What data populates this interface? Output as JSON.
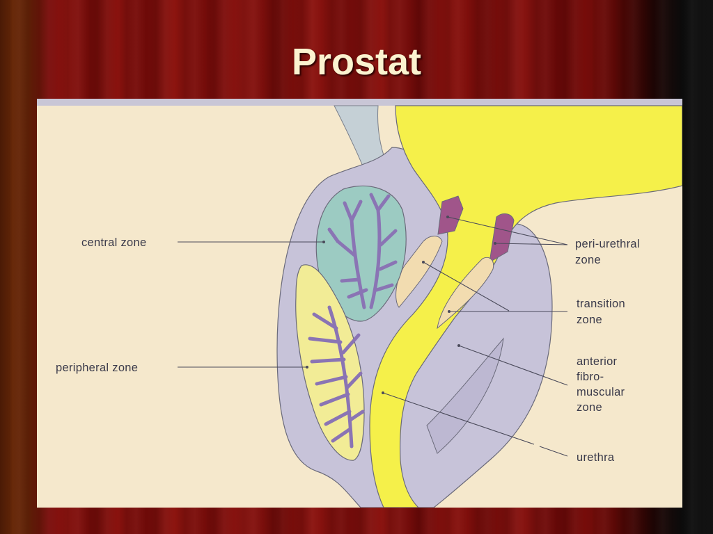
{
  "slide": {
    "title": "Prostat"
  },
  "diagram": {
    "labels": {
      "central_zone": "central zone",
      "peripheral_zone": "peripheral zone",
      "peri_urethral_line1": "peri-urethral",
      "peri_urethral_line2": "zone",
      "transition_line1": "transition",
      "transition_line2": "zone",
      "anterior_line1": "anterior",
      "anterior_line2": "fibro-",
      "anterior_line3": "muscular",
      "anterior_line4": "zone",
      "urethra": "urethra"
    },
    "colors": {
      "background": "#f5e8cc",
      "lavender_tissue": "#c7c3d9",
      "central_zone": "#9ccbc2",
      "peripheral_zone": "#f2ec96",
      "ducts": "#8a74b4",
      "urethra_yellow": "#f5f04a",
      "peri_urethral": "#a0558a",
      "transition_zone": "#f2dcb0",
      "outline": "#6a6a7a"
    }
  }
}
